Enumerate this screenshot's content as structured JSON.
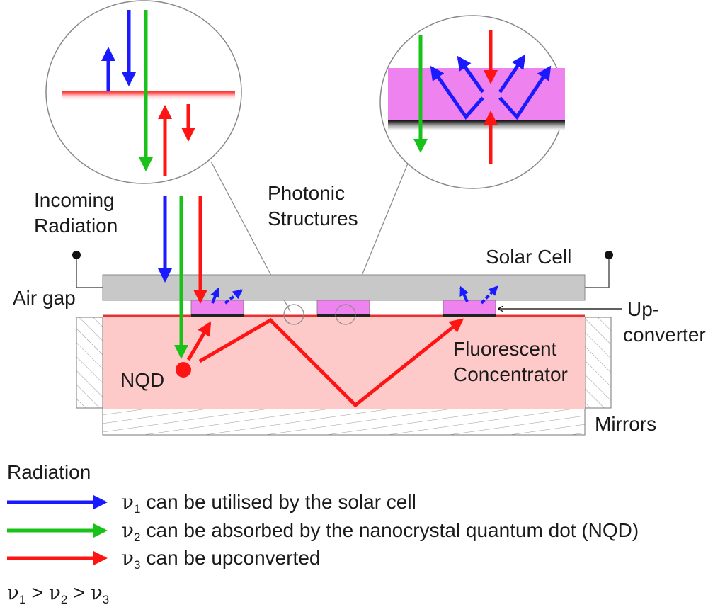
{
  "labels": {
    "incoming_1": "Incoming",
    "incoming_2": "Radiation",
    "photonic_1": "Photonic",
    "photonic_2": "Structures",
    "solar_cell": "Solar Cell",
    "air_gap": "Air gap",
    "upconverter_1": "Up-",
    "upconverter_2": "converter",
    "fluorescent_1": "Fluorescent",
    "fluorescent_2": "Concentrator",
    "nqd": "NQD",
    "mirrors": "Mirrors"
  },
  "legend": {
    "title": "Radiation",
    "nu_symbol": "ν",
    "items": [
      {
        "sub": "1",
        "text": "can be utilised by the solar cell",
        "color": "#1a1aff"
      },
      {
        "sub": "2",
        "text": "can be absorbed by the nanocrystal quantum dot (NQD)",
        "color": "#19c219"
      },
      {
        "sub": "3",
        "text": "can be upconverted",
        "color": "#ff1414"
      }
    ],
    "relation": {
      "gt": ">",
      "subs": [
        "1",
        "2",
        "3"
      ]
    }
  },
  "colors": {
    "blue": "#1a1aff",
    "green": "#19c219",
    "red": "#ff1414",
    "magenta": "#ee82ee",
    "concentrator": "#fdc9c9",
    "solar_cell": "#c8c8c8"
  }
}
